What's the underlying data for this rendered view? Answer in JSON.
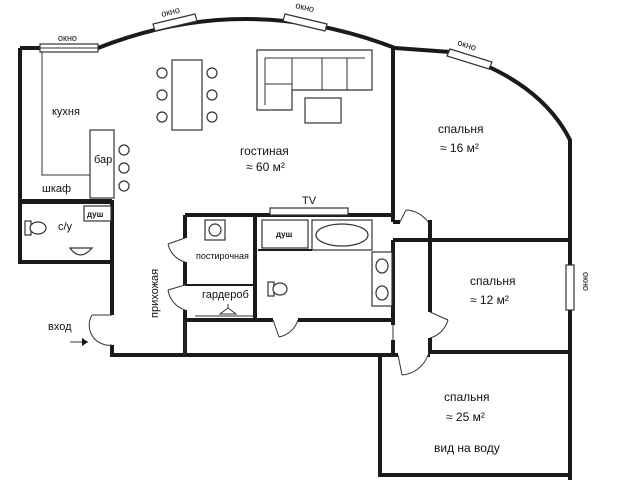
{
  "rooms": {
    "living_name": "гостиная",
    "living_area": "≈ 60 м²",
    "kitchen": "кухня",
    "bar": "бар",
    "cupboard": "шкаф",
    "bathroom": "с/у",
    "hallway": "прихожая",
    "laundry": "постирочная",
    "wardrobe": "гардероб",
    "tv": "TV",
    "bedroom1_name": "спальня",
    "bedroom1_area": "≈ 16 м²",
    "bedroom2_name": "спальня",
    "bedroom2_area": "≈ 12 м²",
    "bedroom3_name": "спальня",
    "bedroom3_area": "≈ 25 м²",
    "bedroom3_note": "вид на воду",
    "entrance": "вход"
  },
  "windows": {
    "label": "окно"
  },
  "fixtures": {
    "shower": "душ"
  }
}
